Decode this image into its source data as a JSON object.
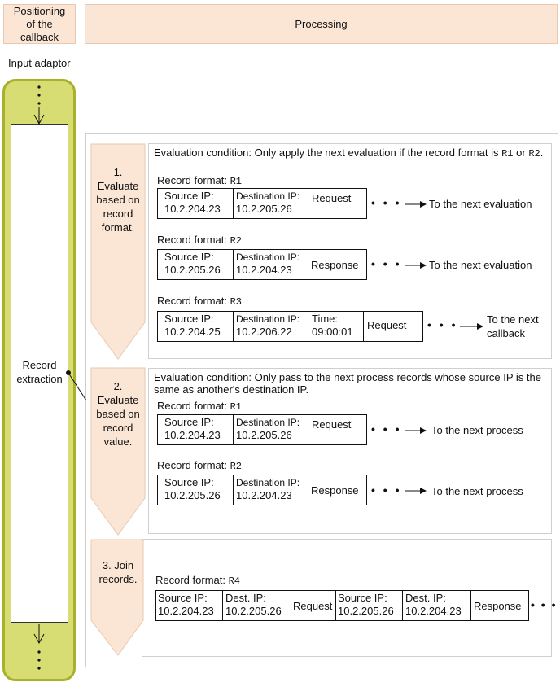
{
  "headers": {
    "positioning": "Positioning of the callback",
    "processing": "Processing"
  },
  "input_adaptor": "Input adaptor",
  "record_extraction": "Record extraction",
  "steps": [
    {
      "label": "1. Evaluate based on record format.",
      "condition_pre": "Evaluation condition: Only apply the next evaluation if the record format is",
      "condition_r1": "R1",
      "condition_or": "or",
      "condition_r2": "R2",
      "condition_end": ".",
      "records": [
        {
          "format_label": "Record format:",
          "format_code": "R1",
          "src_label": "Source IP:",
          "src_value": "10.2.204.23",
          "dst_label": "Destination IP:",
          "dst_value": "10.2.205.26",
          "type": "Request",
          "dots": "• • •",
          "target": "To the next evaluation"
        },
        {
          "format_label": "Record format:",
          "format_code": "R2",
          "src_label": "Source IP:",
          "src_value": "10.2.205.26",
          "dst_label": "Destination IP:",
          "dst_value": "10.2.204.23",
          "type": "Response",
          "dots": "• • •",
          "target": "To the next evaluation"
        },
        {
          "format_label": "Record format:",
          "format_code": "R3",
          "src_label": "Source IP:",
          "src_value": "10.2.204.25",
          "dst_label": "Destination IP:",
          "dst_value": "10.2.206.22",
          "time_label": "Time:",
          "time_value": "09:00:01",
          "type": "Request",
          "dots": "• • •",
          "target": "To the next callback"
        }
      ]
    },
    {
      "label": "2. Evaluate based on record value.",
      "condition": "Evaluation condition: Only pass to the next process records whose source IP is the same as another's destination IP.",
      "records": [
        {
          "format_label": "Record format:",
          "format_code": "R1",
          "src_label": "Source IP:",
          "src_value": "10.2.204.23",
          "dst_label": "Destination IP:",
          "dst_value": "10.2.205.26",
          "type": "Request",
          "dots": "• • •",
          "target": "To the next process"
        },
        {
          "format_label": "Record format:",
          "format_code": "R2",
          "src_label": "Source IP:",
          "src_value": "10.2.205.26",
          "dst_label": "Destination IP:",
          "dst_value": "10.2.204.23",
          "type": "Response",
          "dots": "• • •",
          "target": "To the next process"
        }
      ]
    },
    {
      "label": "3. Join records.",
      "record": {
        "format_label": "Record format:",
        "format_code": "R4",
        "src1_label": "Source IP:",
        "src1_value": "10.2.204.23",
        "dst1_label": "Dest. IP:",
        "dst1_value": "10.2.205.26",
        "type1": "Request",
        "src2_label": "Source IP:",
        "src2_value": "10.2.205.26",
        "dst2_label": "Dest. IP:",
        "dst2_value": "10.2.204.23",
        "type2": "Response",
        "dots": "• • •"
      }
    }
  ],
  "colors": {
    "header_fill": "#fbe6d6",
    "adaptor_fill": "#d7dd72",
    "adaptor_border": "#a8b02c",
    "step_fill": "#fbe6d6"
  }
}
